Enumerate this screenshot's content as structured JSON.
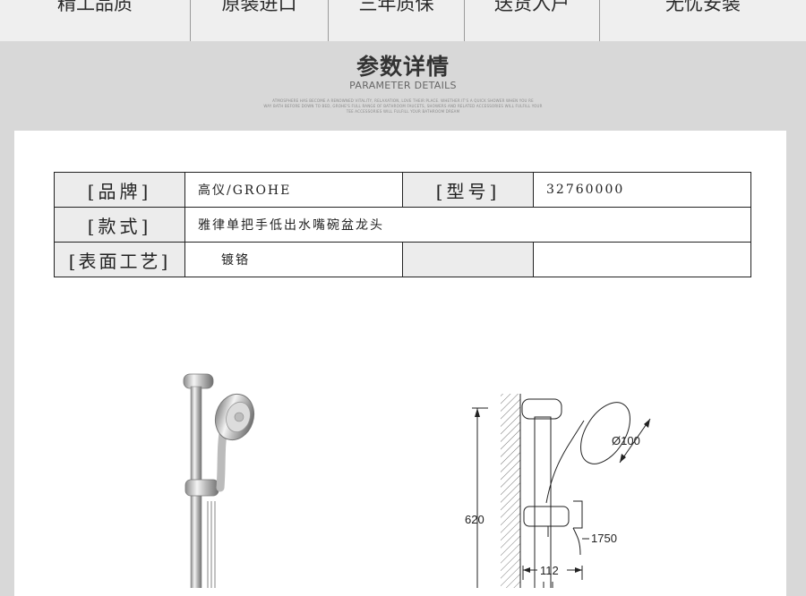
{
  "features": [
    "精工品质",
    "原装进口",
    "三年质保",
    "送货入户",
    "无忧安装"
  ],
  "section": {
    "title": "参数详情",
    "subtitle": "PARAMETER DETAILS",
    "fine_lines": [
      "ATMOSPHERE HAS BECOME A RENOWNED VITALITY, RELAXATION, LOVE THEIR PLACE. WHETHER IT'S A QUICK SHOWER WHEN YOU RE",
      "WAY BATH BEFORE DOWN TO BED, GROHE'S FULL RANGE OF BATHROOM FAUCETS, SHOWERS AND RELATED ACCESSORIES WILL FULFILL YOUR",
      "TEE ACCESSORIES WILL FULFILL YOUR BATHROOM DREAM"
    ]
  },
  "params": {
    "brand_label": "[品牌]",
    "brand_value": "高仪/GROHE",
    "model_label": "[型号]",
    "model_value": "32760000",
    "style_label": "[款式]",
    "style_value": "雅律单把手低出水嘴碗盆龙头",
    "finish_label": "[表面工艺]",
    "finish_value": "镀铬"
  },
  "dimensions": {
    "head_diameter": "Ø100",
    "rail_height": "620",
    "hose_length": "1750",
    "offset": "112"
  }
}
